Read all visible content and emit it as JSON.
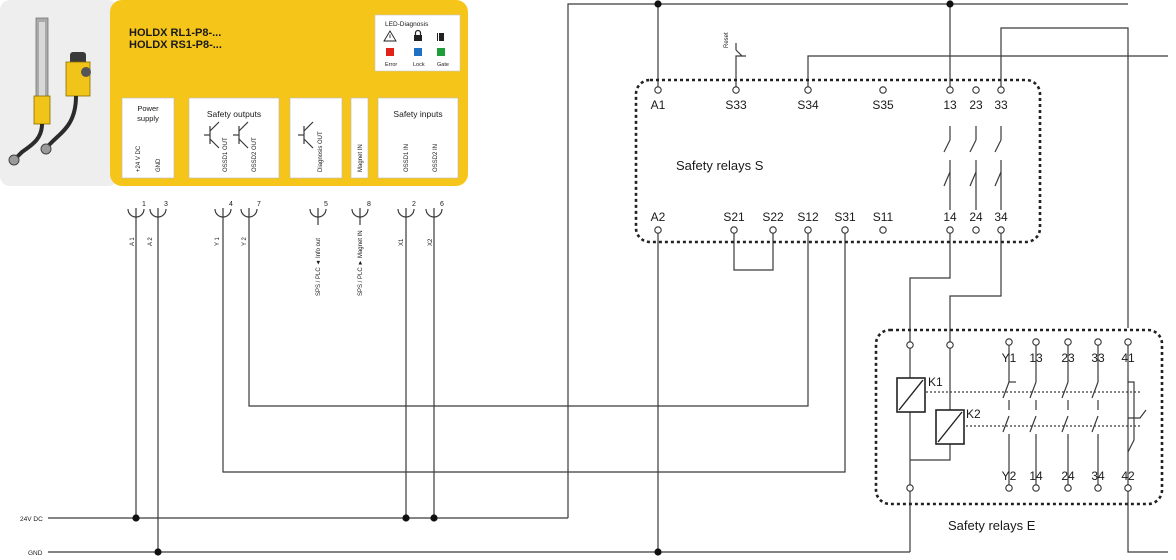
{
  "device": {
    "name_line1": "HOLDX RL1-P8-...",
    "name_line2": "HOLDX RS1-P8-...",
    "led": {
      "title": "LED-Diagnosis",
      "labels": [
        "Error",
        "Lock",
        "Gate"
      ],
      "colors": [
        "#e2231a",
        "#1f6fc5",
        "#1e9e3a"
      ],
      "icons": [
        "warning-icon",
        "lock-icon",
        "gate-icon"
      ]
    },
    "groups": {
      "power": "Power supply",
      "outputs": "Safety outputs",
      "inputs": "Safety inputs"
    },
    "signals": [
      "+24 V DC",
      "GND",
      "OSSD1 OUT",
      "OSSD2 OUT",
      "Diagnosis OUT",
      "Magnet IN",
      "OSSD1 IN",
      "OSSD2 IN"
    ],
    "pins": [
      "1",
      "3",
      "4",
      "7",
      "5",
      "8",
      "2",
      "6"
    ],
    "wires": [
      "A 1",
      "A 2",
      "Y 1",
      "Y 2",
      "SPS / PLC ◄ Info out",
      "SPS / PLC ► Magnet IN",
      "X1",
      "X2"
    ],
    "colors": {
      "housing": "#f6c51a",
      "panel_bg": "#eeeeee"
    }
  },
  "rails": {
    "dc24": "24V DC",
    "gnd": "GND"
  },
  "relay_s": {
    "title": "Safety relays S",
    "top_terms": [
      "A1",
      "S33",
      "S34",
      "S35",
      "13",
      "23",
      "33"
    ],
    "bottom_terms": [
      "A2",
      "S21",
      "S22",
      "S12",
      "S31",
      "S11",
      "14",
      "24",
      "34"
    ],
    "reset_label": "Reset"
  },
  "relay_e": {
    "title": "Safety relays E",
    "top_terms": [
      "Y1",
      "13",
      "23",
      "33",
      "41"
    ],
    "bottom_terms": [
      "Y2",
      "14",
      "24",
      "34",
      "42"
    ],
    "coils": [
      "K1",
      "K2"
    ]
  }
}
